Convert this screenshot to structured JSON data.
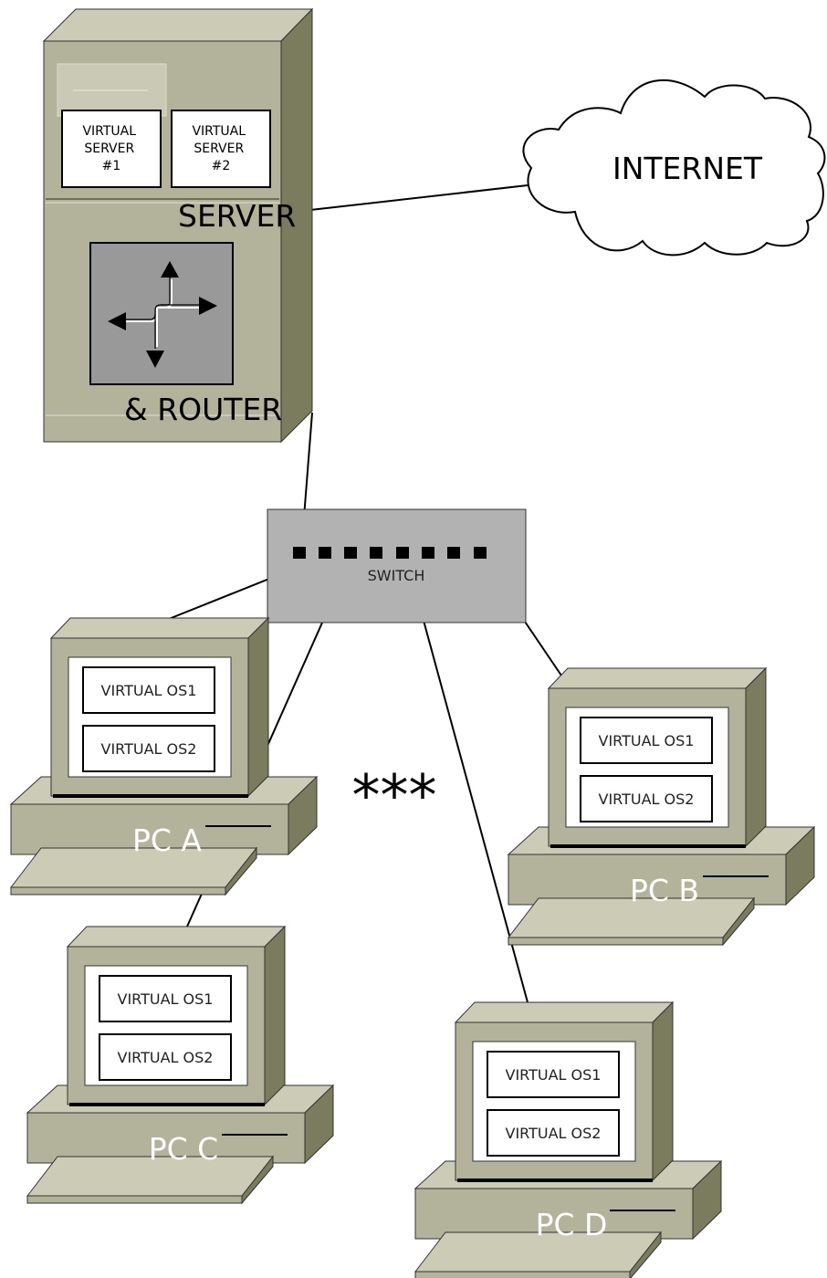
{
  "server": {
    "virtual_server_1": [
      "VIRTUAL",
      "SERVER",
      "#1"
    ],
    "virtual_server_2": [
      "VIRTUAL",
      "SERVER",
      "#2"
    ],
    "label_top": "SERVER",
    "label_bottom": "& ROUTER"
  },
  "internet": {
    "label": "INTERNET"
  },
  "switch": {
    "label": "SWITCH",
    "port_count": 8
  },
  "separator": {
    "label": "***"
  },
  "pcs": [
    {
      "label": "PC A",
      "os1": "VIRTUAL OS1",
      "os2": "VIRTUAL OS2"
    },
    {
      "label": "PC B",
      "os1": "VIRTUAL OS1",
      "os2": "VIRTUAL OS2"
    },
    {
      "label": "PC C",
      "os1": "VIRTUAL OS1",
      "os2": "VIRTUAL OS2"
    },
    {
      "label": "PC D",
      "os1": "VIRTUAL OS1",
      "os2": "VIRTUAL OS2"
    }
  ],
  "colors": {
    "device_front": "#b3b39b",
    "device_top": "#cbcbb6",
    "device_side": "#7b7b5e",
    "router_panel": "#999999",
    "switch_body": "#b2b2b2",
    "pc_label": "#ffffff"
  }
}
